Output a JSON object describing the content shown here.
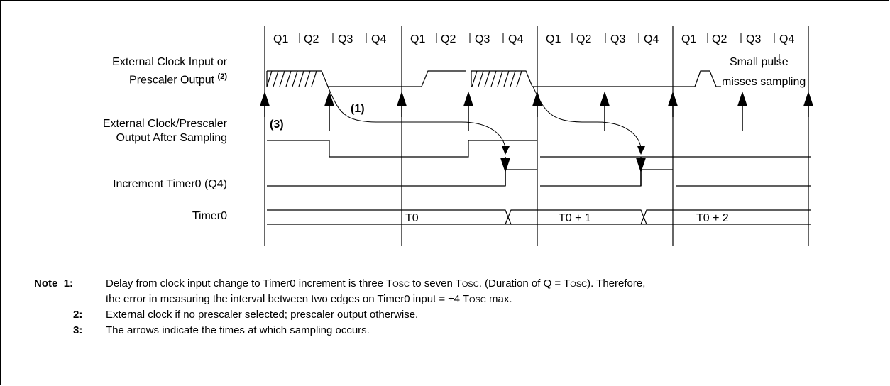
{
  "q_phases": [
    "Q1",
    "Q2",
    "Q3",
    "Q4"
  ],
  "cycle_count": 4,
  "signals": [
    {
      "line1": "External Clock Input or",
      "line2": "Prescaler Output",
      "footnote": "(2)"
    },
    {
      "line1": "External Clock/Prescaler",
      "line2": "Output After Sampling"
    },
    {
      "line1": "Increment Timer0 (Q4)"
    },
    {
      "line1": "Timer0"
    }
  ],
  "annotations": {
    "delay": "(1)",
    "sampling": "(3)",
    "small_pulse_1": "Small pulse",
    "small_pulse_2": "misses sampling"
  },
  "timer_values": [
    "T0",
    "T0 + 1",
    "T0 + 2"
  ],
  "notes": {
    "label": "Note",
    "osc": "OSC",
    "items": [
      {
        "num": "1:",
        "a1": "Delay from clock input change to Timer0 increment is three ",
        "a2": " to seven ",
        "a3": ". (Duration of Q = ",
        "a4": "). Therefore,",
        "b1": "the error in measuring the interval between two edges on Timer0 input = ±4 ",
        "b2": " max."
      },
      {
        "num": "2:",
        "text": "External clock if no prescaler selected; prescaler output otherwise."
      },
      {
        "num": "3:",
        "text": "The arrows indicate the times at which sampling occurs."
      }
    ]
  }
}
